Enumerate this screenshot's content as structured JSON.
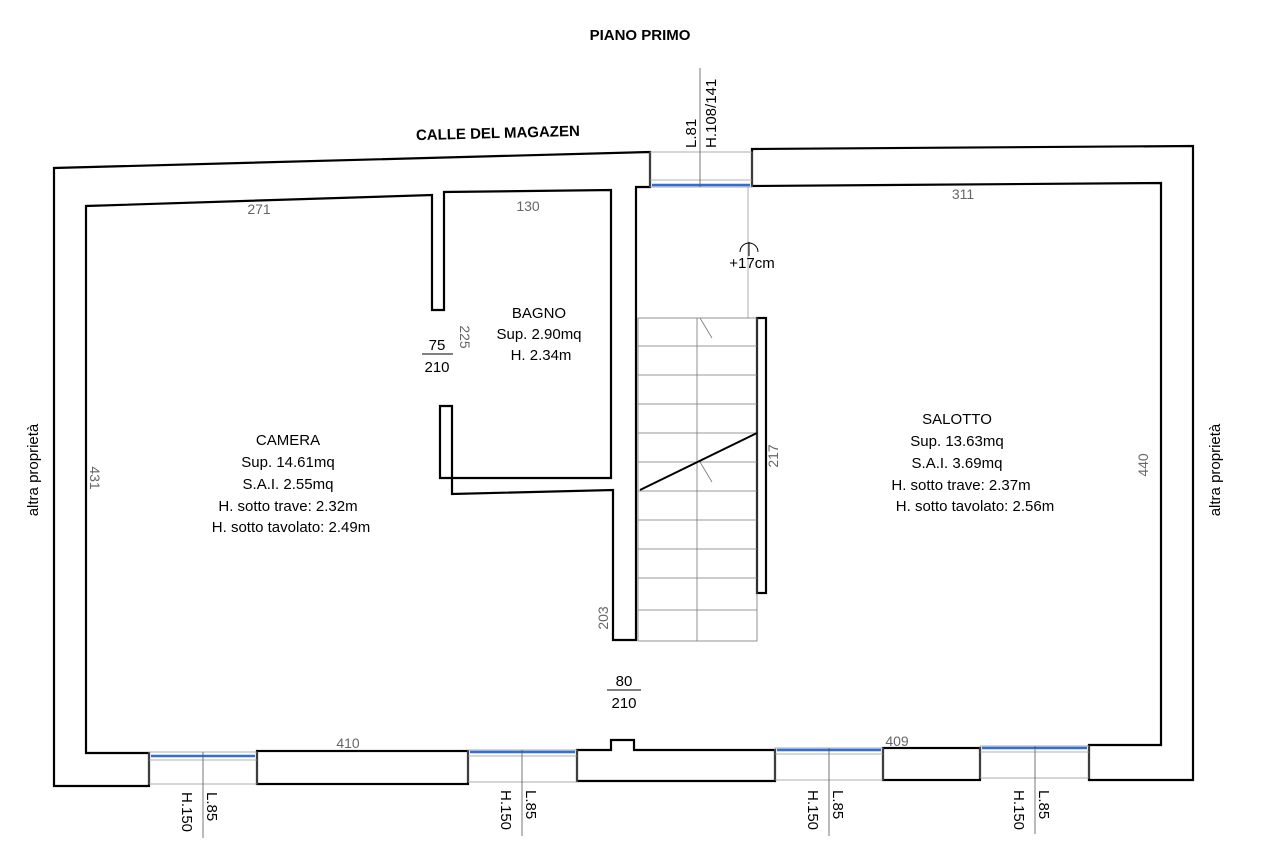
{
  "title": "PIANO PRIMO",
  "street": "CALLE DEL MAGAZEN",
  "neighbors": {
    "left": "altra proprietà",
    "right": "altra proprietà"
  },
  "rooms": {
    "camera": {
      "name": "CAMERA",
      "sup": "Sup. 14.61mq",
      "sai": "S.A.I. 2.55mq",
      "h_trave": "H. sotto trave: 2.32m",
      "h_tavolato": "H. sotto tavolato: 2.49m"
    },
    "bagno": {
      "name": "BAGNO",
      "sup": "Sup. 2.90mq",
      "h": "H. 2.34m"
    },
    "salotto": {
      "name": "SALOTTO",
      "sup": "Sup. 13.63mq",
      "sai": "S.A.I. 3.69mq",
      "h_trave": "H. sotto trave: 2.37m",
      "h_tavolato": "H. sotto tavolato: 2.56m"
    }
  },
  "dimensions": {
    "camera_top": "271",
    "bagno_top": "130",
    "salotto_top": "311",
    "camera_left": "431",
    "salotto_right": "440",
    "bagno_side": "225",
    "stair_side": "217",
    "stair_wall": "203",
    "bottom_left": "410",
    "bottom_right": "409"
  },
  "doors": {
    "bagno": {
      "width": "75",
      "height": "210"
    },
    "main": {
      "width": "80",
      "height": "210"
    }
  },
  "level_mark": "+17cm",
  "windows": {
    "top": {
      "width": "L.81",
      "height": "H.108/141"
    },
    "bottom": [
      {
        "width": "L.85",
        "height": "H.150"
      },
      {
        "width": "L.85",
        "height": "H.150"
      },
      {
        "width": "L.85",
        "height": "H.150"
      },
      {
        "width": "L.85",
        "height": "H.150"
      }
    ]
  }
}
